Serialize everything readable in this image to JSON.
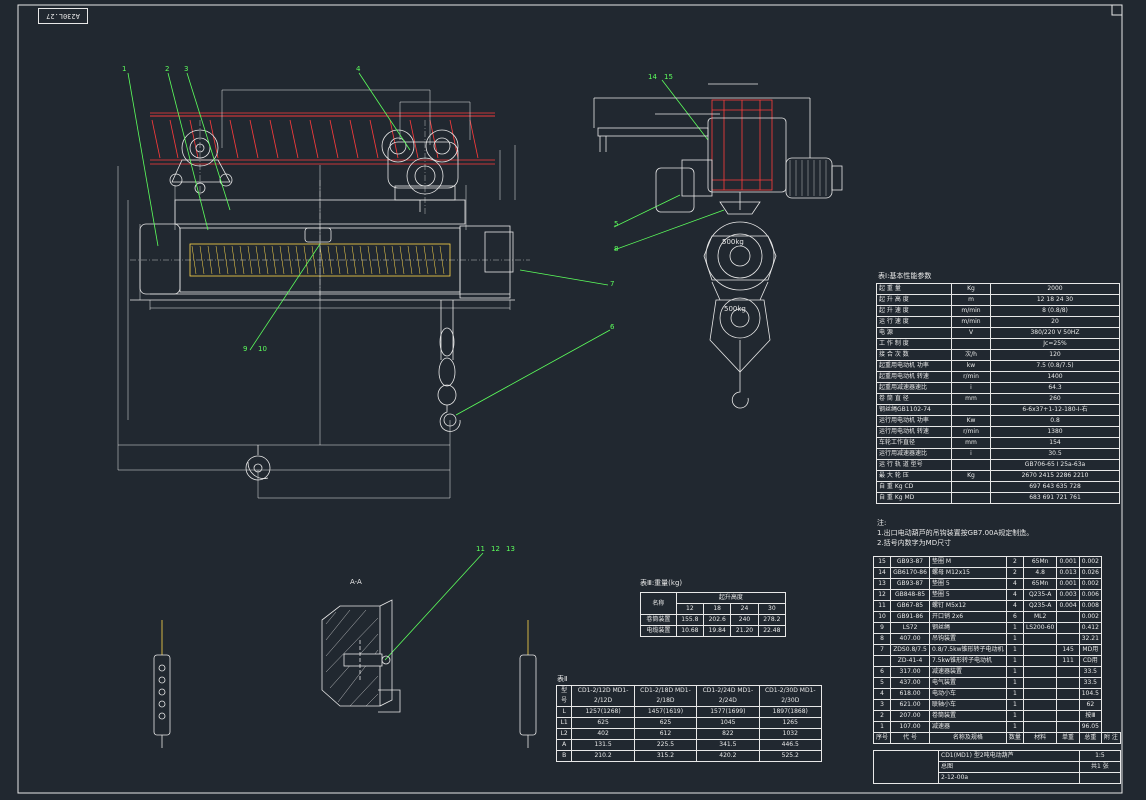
{
  "drawing": {
    "stamp": "A230L.27",
    "callouts": [
      "1",
      "2",
      "3",
      "4",
      "5",
      "6",
      "7",
      "8",
      "9",
      "10",
      "11",
      "12",
      "13",
      "14",
      "15"
    ],
    "main_table": {
      "title": "表Ⅰ:基本性能参数",
      "rows": [
        [
          "起 重 量",
          "Kg",
          "2000",
          "",
          ""
        ],
        [
          "起 升 高 度",
          "m",
          "12  18  24  30",
          "",
          ""
        ],
        [
          "起 升 速 度",
          "m/min",
          "8 (0.8/8)",
          "",
          ""
        ],
        [
          "运 行 速 度",
          "m/min",
          "20",
          "",
          ""
        ],
        [
          "电 源",
          "V",
          "380/220 V   50HZ",
          "",
          ""
        ],
        [
          "工 作 制 度",
          "",
          "Jc=25%",
          "",
          ""
        ],
        [
          "接 合 次 数",
          "次/h",
          "120",
          "",
          ""
        ],
        [
          "起重用电动机 功率",
          "kw",
          "7.5 (0.8/7.5)",
          "",
          ""
        ],
        [
          "起重用电动机 转速",
          "r/min",
          "1400",
          "",
          ""
        ],
        [
          "起重用减速器速比",
          "i",
          "64.3",
          "",
          ""
        ],
        [
          "卷 筒 直 径",
          "mm",
          "260",
          "",
          ""
        ],
        [
          "钢丝绳GB1102-74",
          "",
          "6-6x37+1-12-180-Ⅰ-右",
          "",
          ""
        ],
        [
          "运行用电动机 功率",
          "Kw",
          "0.8",
          "",
          ""
        ],
        [
          "运行用电动机 转速",
          "r/min",
          "1380",
          "",
          ""
        ],
        [
          "车轮工作直径",
          "mm",
          "154",
          "",
          ""
        ],
        [
          "运行用减速器速比",
          "i",
          "30.5",
          "",
          ""
        ],
        [
          "运 行 轨 道 型号",
          "",
          "GB706-65  I 25a-63a",
          "",
          ""
        ],
        [
          "最 大 轮 压",
          "Kg",
          "2670  2415  2286  2210",
          "",
          ""
        ],
        [
          "自 重 Kg CD",
          "",
          "697  643  635  728",
          "",
          ""
        ],
        [
          "自 重 Kg MD",
          "",
          "683  691  721  761",
          "",
          ""
        ]
      ]
    },
    "notes": [
      "注:",
      "1.出口电动葫芦的吊钩装置按GB7.00A规定制造。",
      "2.括号内数字为MD尺寸"
    ],
    "parts_table": {
      "rows": [
        [
          "15",
          "GB93-87",
          "垫圈 M",
          "2",
          "65Mn",
          "0.001",
          "0.002"
        ],
        [
          "14",
          "GB6170-86",
          "螺母 M12x15",
          "2",
          "4.8",
          "0.013",
          "0.026"
        ],
        [
          "13",
          "GB93-87",
          "垫圈 5",
          "4",
          "65Mn",
          "0.001",
          "0.002"
        ],
        [
          "12",
          "GB848-85",
          "垫圈 5",
          "4",
          "Q235-A",
          "0.003",
          "0.006"
        ],
        [
          "11",
          "GB67-85",
          "螺钉 M5x12",
          "4",
          "Q235-A",
          "0.004",
          "0.008"
        ],
        [
          "10",
          "GB91-86",
          "开口销 2x6",
          "6",
          "ML2",
          "",
          "0.002"
        ],
        [
          "9",
          "LS72",
          "钢丝绳",
          "1",
          "LS200-60",
          "",
          "0.412"
        ],
        [
          "8",
          "407.00",
          "吊钩装置",
          "1",
          "",
          "",
          "32.21"
        ],
        [
          "7",
          "ZDS0.8/7.5",
          "0.8/7.5kw锥形转子电动机",
          "1",
          "",
          "145",
          "MD用"
        ],
        [
          "",
          "ZD-41-4",
          "7.5kw锥形转子电动机",
          "1",
          "",
          "111",
          "CD用"
        ],
        [
          "6",
          "317.00",
          "减速器装置",
          "1",
          "",
          "",
          "33.5"
        ],
        [
          "5",
          "437.00",
          "电气装置",
          "1",
          "",
          "",
          "33.5"
        ],
        [
          "4",
          "618.00",
          "电动小车",
          "1",
          "",
          "",
          "104.5"
        ],
        [
          "3",
          "621.00",
          "联轴小车",
          "1",
          "",
          "",
          "62"
        ],
        [
          "2",
          "207.00",
          "卷筒装置",
          "1",
          "",
          "",
          "按Ⅲ"
        ],
        [
          "1",
          "107.00",
          "减速器",
          "1",
          "",
          "",
          "96.05"
        ]
      ],
      "header": [
        "序号",
        "代 号",
        "名称及规格",
        "数量",
        "材料",
        "单重",
        "总重",
        "附 注"
      ]
    },
    "weight_table": {
      "title": "表Ⅲ:重量(kg)",
      "header_label": "起升高度",
      "header_vals": [
        "12",
        "18",
        "24",
        "30"
      ],
      "row_label": "名称",
      "rows": [
        [
          "卷筒装置",
          "155.8",
          "202.6",
          "240",
          "278.2"
        ],
        [
          "电缆装置",
          "10.68",
          "19.84",
          "21.20",
          "22.48"
        ]
      ]
    },
    "dim_table": {
      "title": "表Ⅱ",
      "header": [
        "型号",
        "CD1-2/12D  MD1-2/12D",
        "CD1-2/18D  MD1-2/18D",
        "CD1-2/24D  MD1-2/24D",
        "CD1-2/30D  MD1-2/30D"
      ],
      "rows": [
        [
          "L",
          "1257(1268)",
          "1457(1619)",
          "1577(1699)",
          "1897(1868)"
        ],
        [
          "L1",
          "625",
          "625",
          "1045",
          "1265"
        ],
        [
          "L2",
          "402",
          "612",
          "822",
          "1032"
        ],
        [
          "A",
          "131.5",
          "225.5",
          "341.5",
          "446.5"
        ],
        [
          "B",
          "210.2",
          "315.2",
          "420.2",
          "525.2"
        ]
      ]
    },
    "title_block": {
      "product": "CD1(MD1) 型2吨电动葫芦",
      "drawing_name": "总图",
      "code": "2-12-00a",
      "sheet": "共1 张",
      "scale": "1:5"
    },
    "section_label": "A-A",
    "hook_label_1": "500kg",
    "hook_label_2": "500kg"
  }
}
